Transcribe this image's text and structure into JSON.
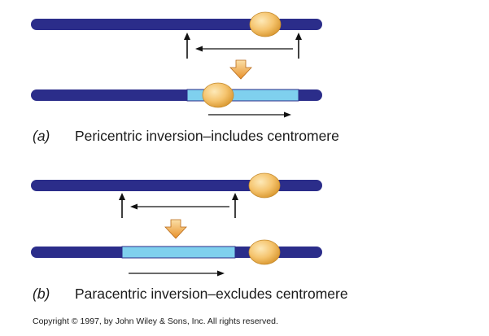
{
  "panels": [
    {
      "letter": "(a)",
      "caption": "Pericentric inversion–includes centromere"
    },
    {
      "letter": "(b)",
      "caption": "Paracentric inversion–excludes centromere"
    }
  ],
  "copyright": "Copyright © 1997, by John Wiley & Sons, Inc. All rights reserved.",
  "colors": {
    "chromosome": "#2b2d8a",
    "inverted_segment": "#7fd0ee",
    "centromere": "#f5c46e",
    "down_arrow": "#e8902a",
    "line": "#111111"
  }
}
